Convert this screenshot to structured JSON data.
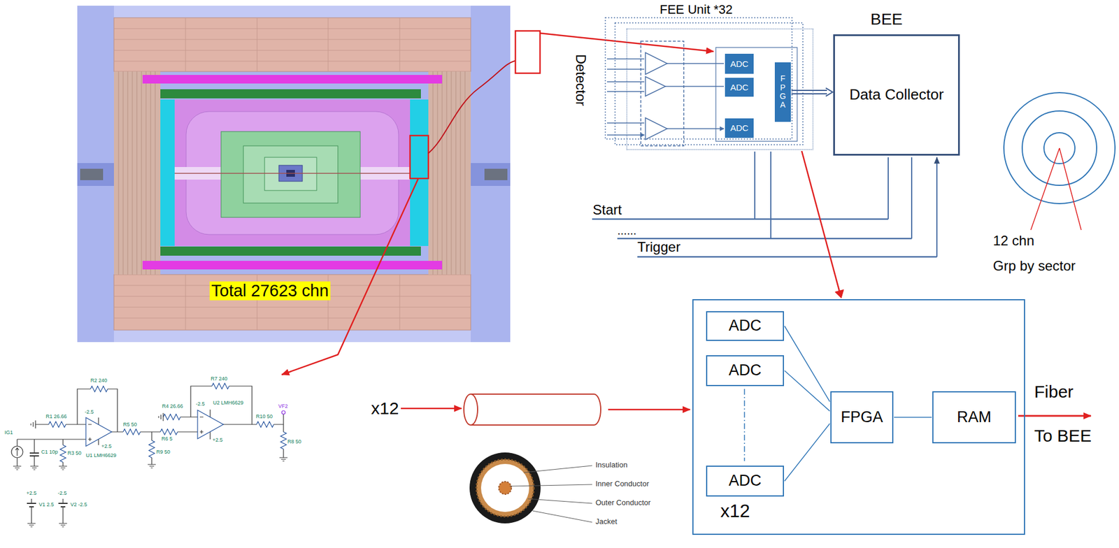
{
  "diagram": {
    "nodes": [
      {
        "text": [
          "FEE Unit *32"
        ]
      },
      {
        "text": [
          "ADC"
        ],
        "in": 0
      },
      {
        "text": [
          "ADC"
        ],
        "in": 0
      },
      {
        "text": [
          "ADC"
        ],
        "in": 0
      },
      {
        "text": [
          "FPGA"
        ],
        "in": 0
      },
      {
        "text": [
          "BEE",
          "Data Collector"
        ]
      },
      {
        "text": [
          "Total 27623 chn"
        ]
      },
      {
        "text": [
          "x12"
        ]
      },
      {
        "text": [
          "ADC"
        ],
        "in": 7
      },
      {
        "text": [
          "ADC"
        ],
        "in": 7
      },
      {
        "text": [
          "ADC"
        ],
        "in": 7
      },
      {
        "text": [
          "FPGA"
        ],
        "in": 7
      },
      {
        "text": [
          "RAM"
        ],
        "in": 7
      }
    ],
    "edges": [
      {
        "from": 4,
        "to": 5,
        "arrow": "to"
      },
      {
        "from": 0,
        "to": 7,
        "arrow": "to"
      },
      {
        "from": 8,
        "to": 11,
        "arrow": "none"
      },
      {
        "from": 9,
        "to": 11,
        "arrow": "none"
      },
      {
        "from": 10,
        "to": 11,
        "arrow": "none"
      },
      {
        "from": 11,
        "to": 12,
        "arrow": "none"
      }
    ],
    "labels": [
      "Detector",
      "Start",
      "......",
      "Trigger",
      "12 chn",
      "Grp by sector",
      "x12",
      "Insulation",
      "Inner Conductor",
      "Outer Conductor",
      "Jacket",
      "Fiber",
      "To BEE",
      "R2 240",
      "R1 26.66",
      "-2.5",
      "U1 LMH6629",
      "+2.5",
      "IG1",
      "C1 10p",
      "R3 50",
      "R5 50",
      "R9 50",
      "R6 5",
      "R4 26.66",
      "-2.5",
      "U2 LMH6629",
      "+2.5",
      "R7 240",
      "R10 50",
      "VF2",
      "R8 50",
      "+2.5",
      "-2.5",
      "V1 2.5",
      "V2 -2.5"
    ]
  }
}
